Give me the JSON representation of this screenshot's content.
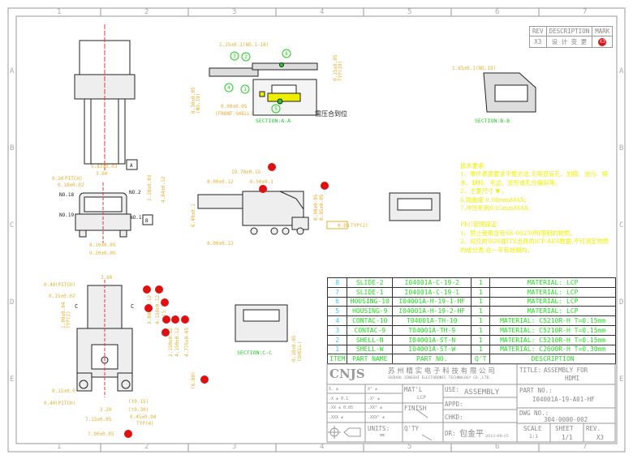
{
  "frame": {
    "columns": [
      "1",
      "2",
      "3",
      "4",
      "5",
      "6",
      "7"
    ],
    "rows": [
      "A",
      "B",
      "C",
      "D",
      "E"
    ]
  },
  "revision": {
    "headers": [
      "REV",
      "DESCRIPTION",
      "MARK"
    ],
    "rev": "X3",
    "description": "设 计 变 更",
    "mark": "X3"
  },
  "section_aa": {
    "label": "SECTION:A-A",
    "dims": [
      "1.25±0.1(NO.1-18)",
      "0.15±0.05",
      "TYP(19)",
      "0.30±0.05",
      "(NO.19)",
      "0.00±0.05",
      "(FRONT SHELL)"
    ],
    "balloons": [
      "1",
      "2",
      "3",
      "4",
      "5",
      "6"
    ],
    "note": "需压合到位"
  },
  "section_bb": {
    "label": "SECTION:B-B",
    "dims": [
      "1.65±0.1(NO.19)"
    ]
  },
  "section_cc": {
    "label": "SECTION:C-C",
    "dims": [
      "0.10±0.05",
      "(SHELL)"
    ]
  },
  "front_view": {
    "dims": [
      "5.83±0.03",
      "3.60",
      "0.20",
      "PITCH)",
      "0.18±0.02",
      "2.20±0.03",
      "4.84±0.12",
      "6.10±0.05",
      "9.20±0.05"
    ],
    "labels": [
      "NO.18",
      "NO.2",
      "NO.19",
      "NO.1",
      "A",
      "B"
    ]
  },
  "side_view": {
    "dims": [
      "19.70±0.15",
      "8.00±0.12",
      "6.50±0.1",
      "6.49±0.1",
      "0.90±0.05",
      "0.95±0.05",
      "8.00±0.12",
      "0.08",
      "TYP(2)"
    ]
  },
  "bottom_view": {
    "dims": [
      "3.60",
      "0.40",
      "(PITCH)",
      "0.15±0.02",
      "1.00±0.04",
      "TYP(2)",
      "3.600±0.12",
      "4.150±0.12",
      "(5.70)",
      "2.150±0.12",
      "4.150±0.12",
      "4.775±0.05",
      "(6.00)",
      "0.15±0.0",
      "0.40",
      "(PITCH)",
      "(t0.15)",
      "3.20",
      "(t0.30)",
      "7.15±0.05",
      "0.45±0.04",
      "TYP(4)",
      "7.00±0.05",
      "C",
      "C"
    ]
  },
  "notes": {
    "lines": [
      "技术要求:",
      "1、零件表面要求平整光洁,无明显盲孔、划痕、油污、缩水、缺料、毛边、变形或孔位偏斜等。",
      "2、主要尺寸 ▼ 。",
      "6.翘曲度:0.08mmMAX;",
      "7.冲压毛刺0.05mmMAX;",
      "",
      "PEC管理规定:",
      "1、禁止使用含有SS-00259所限制的物质。",
      "2、对应的SGS或ITS出具的ICP-AES数据,不可测定物质的成分表,在一年有效期内。"
    ]
  },
  "bom": {
    "headers": [
      "ITEM",
      "PART NAME",
      "PART NO.",
      "Q'T",
      "DESCRIPTION"
    ],
    "rows": [
      {
        "item": "8",
        "name": "SLIDE-2",
        "part": "I04001A-C-19-2",
        "qty": "1",
        "desc": "MATERIAL: LCP"
      },
      {
        "item": "7",
        "name": "SLIDE-1",
        "part": "I04001A-C-19-1",
        "qty": "1",
        "desc": "MATERIAL: LCP"
      },
      {
        "item": "6",
        "name": "HOUSING-10",
        "part": "I04001A-H-19-1-HF",
        "qty": "1",
        "desc": "MATERIAL: LCP"
      },
      {
        "item": "5",
        "name": "HOUSING-9",
        "part": "I04001A-H-19-2-HF",
        "qty": "1",
        "desc": "MATERIAL: LCP"
      },
      {
        "item": "4",
        "name": "CONTAC-10",
        "part": "T04001A-TH-10",
        "qty": "1",
        "desc": "MATERIAL: C5210R-H T=0.15mm"
      },
      {
        "item": "3",
        "name": "CONTAC-9",
        "part": "T04001A-TH-9",
        "qty": "1",
        "desc": "MATERIAL: C5210R-H T=0.15mm"
      },
      {
        "item": "2",
        "name": "SHELL-N",
        "part": "I04001A-ST-N",
        "qty": "1",
        "desc": "MATERIAL: C5210R-H T=0.15mm"
      },
      {
        "item": "1",
        "name": "SHELL-W",
        "part": "I04001A-ST-W",
        "qty": "1",
        "desc": "MATERIAL: C2600R-H T=0.30mm"
      }
    ]
  },
  "title_block": {
    "logo": "CNJS",
    "company_cn": "苏 州 精 实 电 子 科 技 有 限 公 司",
    "company_en": "SUZHOU JINGSHI ELECTORONIC TECHNOLOGY CO.,LTD.",
    "title_label": "TITLE:",
    "title": "ASSEMBLY FOR",
    "title2": "HDMI",
    "tol": [
      "X. ±",
      "X°  ±",
      ".X  ± 0.1",
      ".X°  ±",
      ".XX  ± 0.05",
      ".XX°  ±",
      ".XXX  ±",
      ".XXX°  ±"
    ],
    "matl_label": "MAT'L",
    "matl": "LCP",
    "finish_label": "FINISH",
    "units_label": "UNITS:",
    "units": "mm",
    "qty_label": "Q'TY",
    "use_label": "USE:",
    "use": "ASSEMBLY",
    "appd_label": "APPD:",
    "chkd_label": "CHKD:",
    "dr_label": "DR:",
    "dr": "包金平",
    "date": "2011-08-15",
    "part_no_label": "PART NO.:",
    "part_no": "I04001A-19-A01-HF",
    "dwg_no_label": "DWG NO.:",
    "dwg_no": "304-0000-002",
    "scale_label": "SCALE",
    "scale": "1:1",
    "sheet_label": "SHEET",
    "sheet": "1/1",
    "rev_label": "REV.",
    "rev": "X3"
  },
  "colors": {
    "dim": "#e0b030",
    "ext": "#33dd33",
    "red": "#e01010",
    "yellow": "#eeee00"
  }
}
